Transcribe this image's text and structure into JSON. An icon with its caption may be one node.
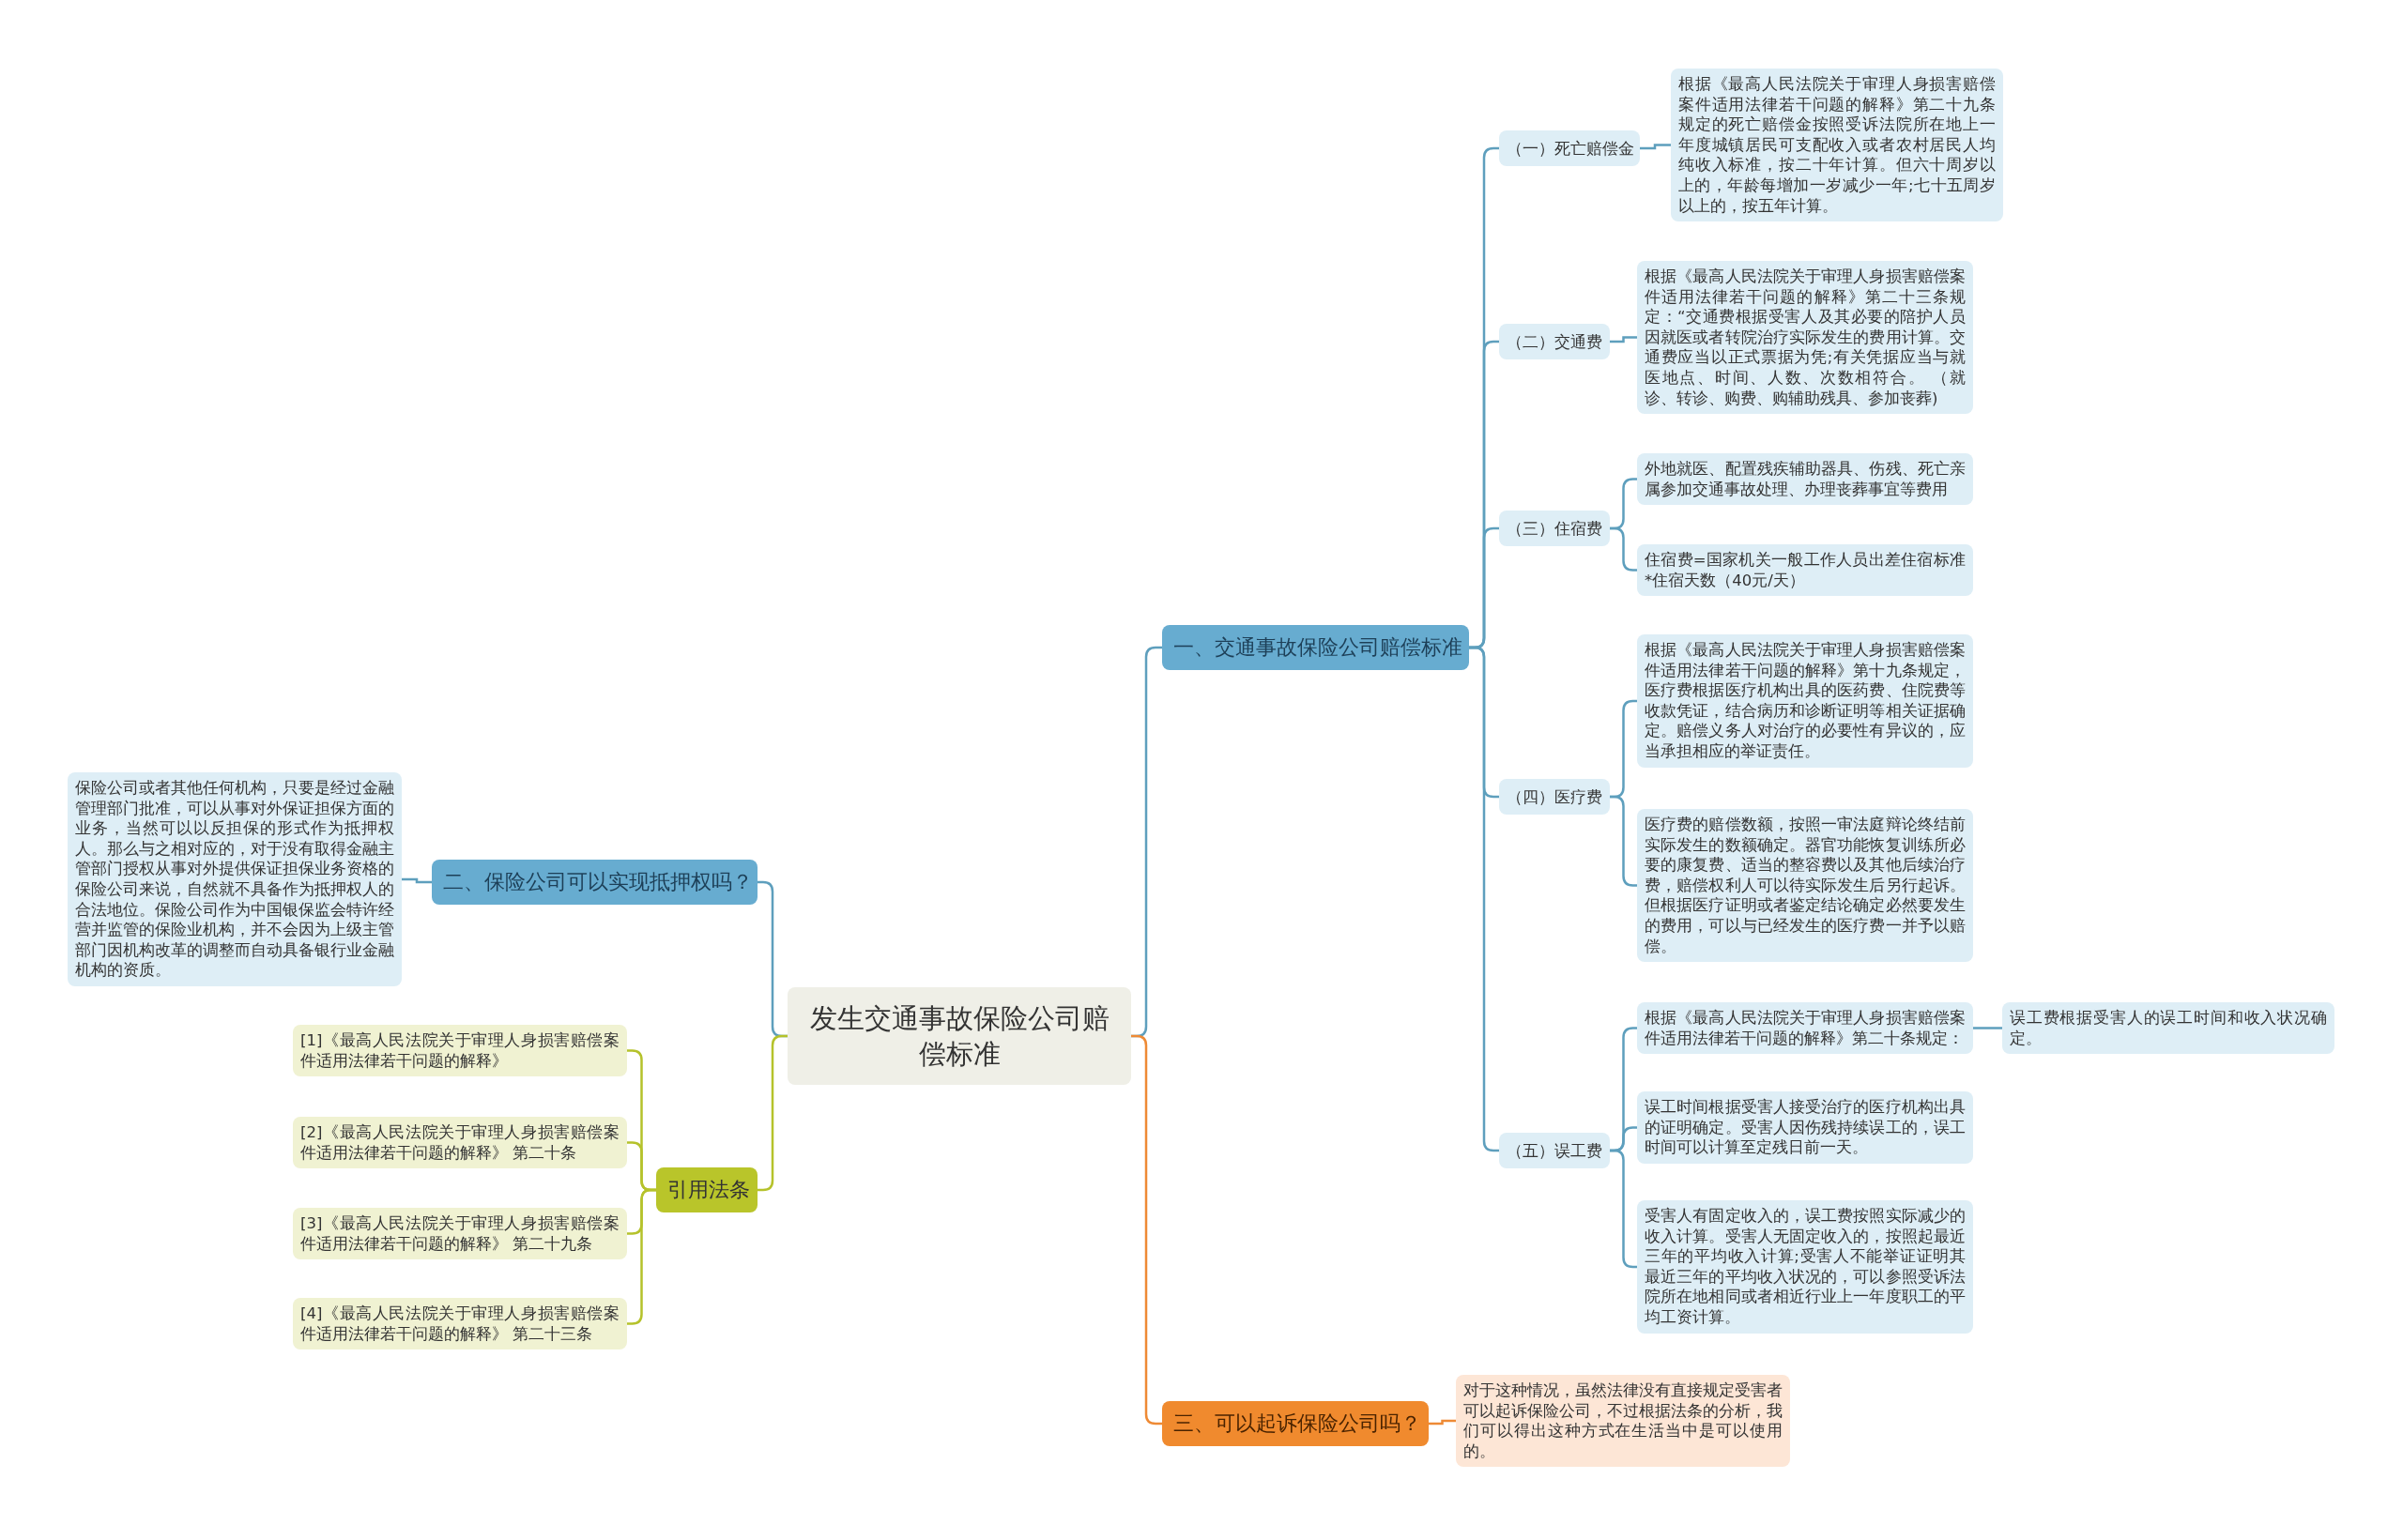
{
  "diagram": {
    "nodes": [
      {
        "text": [
          "发生交通事故保险公司赔偿标准"
        ]
      },
      {
        "text": [
          "一、交通事故保险公司赔偿标准"
        ]
      },
      {
        "text": [
          "（一）死亡赔偿金"
        ]
      },
      {
        "text": [
          "根据《最高人民法院关于审理人身损害赔偿案件适用法律若干问题的解释》第二十九条规定的死亡赔偿金按照受诉法院所在地上一年度城镇居民可支配收入或者农村居民人均纯收入标准，按二十年计算。但六十周岁以上的，年龄每增加一岁减少一年;七十五周岁以上的，按五年计算。"
        ]
      },
      {
        "text": [
          "（二）交通费"
        ]
      },
      {
        "text": [
          "根据《最高人民法院关于审理人身损害赔偿案件适用法律若干问题的解释》第二十三条规定：“交通费根据受害人及其必要的陪护人员因就医或者转院治疗实际发生的费用计算。交通费应当以正式票据为凭;有关凭据应当与就医地点、时间、人数、次数相符合。 （就诊、转诊、购费、购辅助残具、参加丧葬)"
        ]
      },
      {
        "text": [
          "（三）住宿费"
        ]
      },
      {
        "text": [
          "外地就医、配置残疾辅助器具、伤残、死亡亲属参加交通事故处理、办理丧葬事宜等费用"
        ]
      },
      {
        "text": [
          "住宿费=国家机关一般工作人员出差住宿标准*住宿天数（40元/天）"
        ]
      },
      {
        "text": [
          "（四）医疗费"
        ]
      },
      {
        "text": [
          "根据《最高人民法院关于审理人身损害赔偿案件适用法律若干问题的解释》第十九条规定，医疗费根据医疗机构出具的医药费、住院费等收款凭证，结合病历和诊断证明等相关证据确定。赔偿义务人对治疗的必要性有异议的，应当承担相应的举证责任。"
        ]
      },
      {
        "text": [
          "医疗费的赔偿数额，按照一审法庭辩论终结前实际发生的数额确定。器官功能恢复训练所必要的康复费、适当的整容费以及其他后续治疗费，赔偿权利人可以待实际发生后另行起诉。但根据医疗证明或者鉴定结论确定必然要发生的费用，可以与已经发生的医疗费一并予以赔偿。"
        ]
      },
      {
        "text": [
          "（五）误工费"
        ]
      },
      {
        "text": [
          "根据《最高人民法院关于审理人身损害赔偿案件适用法律若干问题的解释》第二十条规定："
        ]
      },
      {
        "text": [
          "误工费根据受害人的误工时间和收入状况确定。"
        ]
      },
      {
        "text": [
          "误工时间根据受害人接受治疗的医疗机构出具的证明确定。受害人因伤残持续误工的，误工时间可以计算至定残日前一天。"
        ]
      },
      {
        "text": [
          "受害人有固定收入的，误工费按照实际减少的收入计算。受害人无固定收入的，按照起最近三年的平均收入计算;受害人不能举证证明其最近三年的平均收入状况的，可以参照受诉法院所在地相同或者相近行业上一年度职工的平均工资计算。"
        ]
      },
      {
        "text": [
          "二、保险公司可以实现抵押权吗？"
        ]
      },
      {
        "text": [
          "保险公司或者其他任何机构，只要是经过金融管理部门批准，可以从事对外保证担保方面的业务，当然可以以反担保的形式作为抵押权人。那么与之相对应的，对于没有取得金融主管部门授权从事对外提供保证担保业务资格的保险公司来说，自然就不具备作为抵押权人的合法地位。保险公司作为中国银保监会特许经营并监管的保险业机构，并不会因为上级主管部门因机构改革的调整而自动具备银行业金融机构的资质。"
        ]
      },
      {
        "text": [
          "引用法条"
        ]
      },
      {
        "text": [
          "[1]《最高人民法院关于审理人身损害赔偿案件适用法律若干问题的解释》"
        ]
      },
      {
        "text": [
          "[2]《最高人民法院关于审理人身损害赔偿案件适用法律若干问题的解释》 第二十条"
        ]
      },
      {
        "text": [
          "[3]《最高人民法院关于审理人身损害赔偿案件适用法律若干问题的解释》 第二十九条"
        ]
      },
      {
        "text": [
          "[4]《最高人民法院关于审理人身损害赔偿案件适用法律若干问题的解释》 第二十三条"
        ]
      },
      {
        "text": [
          "三、可以起诉保险公司吗？"
        ]
      },
      {
        "text": [
          "对于这种情况，虽然法律没有直接规定受害者可以起诉保险公司，不过根据法条的分析，我们可以得出这种方式在生活当中是可以使用的。"
        ]
      }
    ],
    "edges": [
      {
        "from": 0,
        "to": 1,
        "arrow": "none"
      },
      {
        "from": 1,
        "to": 2,
        "arrow": "none"
      },
      {
        "from": 2,
        "to": 3,
        "arrow": "none"
      },
      {
        "from": 1,
        "to": 4,
        "arrow": "none"
      },
      {
        "from": 4,
        "to": 5,
        "arrow": "none"
      },
      {
        "from": 1,
        "to": 6,
        "arrow": "none"
      },
      {
        "from": 6,
        "to": 7,
        "arrow": "none"
      },
      {
        "from": 6,
        "to": 8,
        "arrow": "none"
      },
      {
        "from": 1,
        "to": 9,
        "arrow": "none"
      },
      {
        "from": 9,
        "to": 10,
        "arrow": "none"
      },
      {
        "from": 9,
        "to": 11,
        "arrow": "none"
      },
      {
        "from": 1,
        "to": 12,
        "arrow": "none"
      },
      {
        "from": 12,
        "to": 13,
        "arrow": "none"
      },
      {
        "from": 13,
        "to": 14,
        "arrow": "none"
      },
      {
        "from": 12,
        "to": 15,
        "arrow": "none"
      },
      {
        "from": 12,
        "to": 16,
        "arrow": "none"
      },
      {
        "from": 0,
        "to": 17,
        "arrow": "none"
      },
      {
        "from": 17,
        "to": 18,
        "arrow": "none"
      },
      {
        "from": 0,
        "to": 19,
        "arrow": "none",
        "color": "#b5c22b"
      },
      {
        "from": 19,
        "to": 20,
        "arrow": "none",
        "color": "#b5c22b"
      },
      {
        "from": 19,
        "to": 21,
        "arrow": "none",
        "color": "#b5c22b"
      },
      {
        "from": 19,
        "to": 22,
        "arrow": "none",
        "color": "#b5c22b"
      },
      {
        "from": 19,
        "to": 23,
        "arrow": "none",
        "color": "#b5c22b"
      },
      {
        "from": 0,
        "to": 24,
        "arrow": "none",
        "color": "#ee8a35"
      },
      {
        "from": 24,
        "to": 25,
        "arrow": "none",
        "color": "#ee8a35"
      }
    ]
  }
}
